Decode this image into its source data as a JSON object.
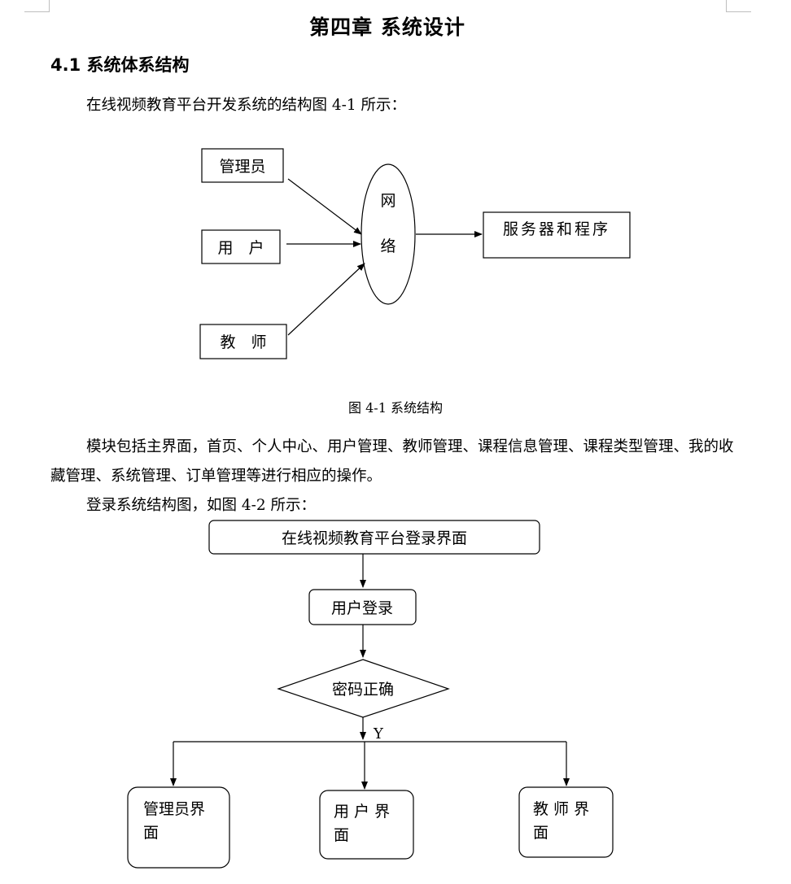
{
  "chapter_title": "第四章  系统设计",
  "section_title": "4.1  系统体系结构",
  "intro": "在线视频教育平台开发系统的结构图 4-1 所示：",
  "figure1": {
    "nodes": {
      "admin": "管理员",
      "user": "用　户",
      "teacher": "教　师",
      "network_1": "网",
      "network_2": "络",
      "server": "服务器和程序"
    },
    "caption": "图 4-1   系统结构"
  },
  "modules_text": "模块包括主界面，首页、个人中心、用户管理、教师管理、课程信息管理、课程类型管理、我的收藏管理、系统管理、订单管理等进行相应的操作。",
  "login_intro": "登录系统结构图，如图 4-2 所示：",
  "figure2": {
    "nodes": {
      "login_page": "在线视频教育平台登录界面",
      "user_login": "用户登录",
      "password_check": "密码正确",
      "yes_label": "Y",
      "admin_ui_1": "管理员界",
      "admin_ui_2": "面",
      "user_ui_1": "用 户 界",
      "user_ui_2": "面",
      "teacher_ui_1": "教 师 界",
      "teacher_ui_2": "面"
    }
  }
}
